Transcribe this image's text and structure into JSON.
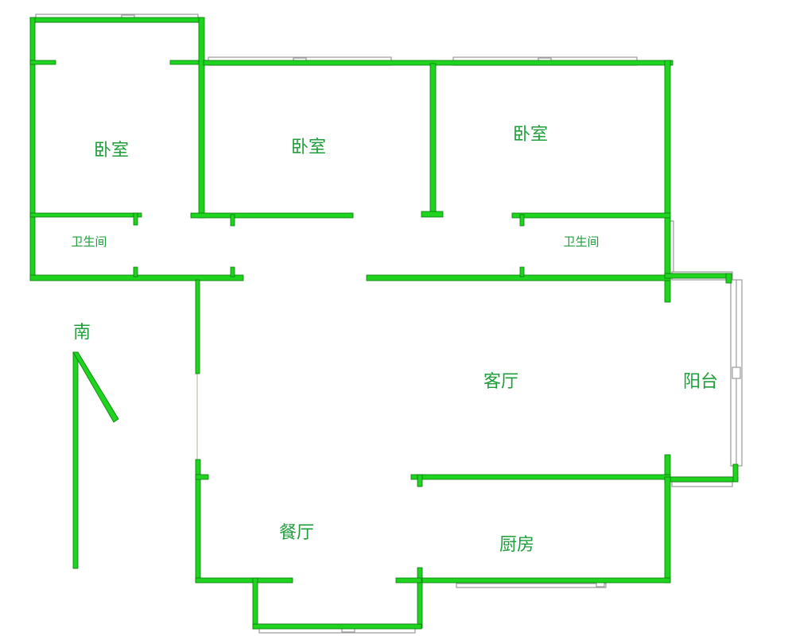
{
  "colors": {
    "wall": "#1fd41f",
    "wall_edge": "#0a7a0a",
    "window": "#9a9a9a",
    "label": "#1e9e3a"
  },
  "rooms": {
    "bedroom_left": "卧室",
    "bedroom_middle": "卧室",
    "bedroom_right": "卧室",
    "bathroom_left": "卫生间",
    "bathroom_right": "卫生间",
    "living_room": "客厅",
    "balcony": "阳台",
    "dining_room": "餐厅",
    "kitchen": "厨房"
  },
  "compass": {
    "label": "南"
  }
}
